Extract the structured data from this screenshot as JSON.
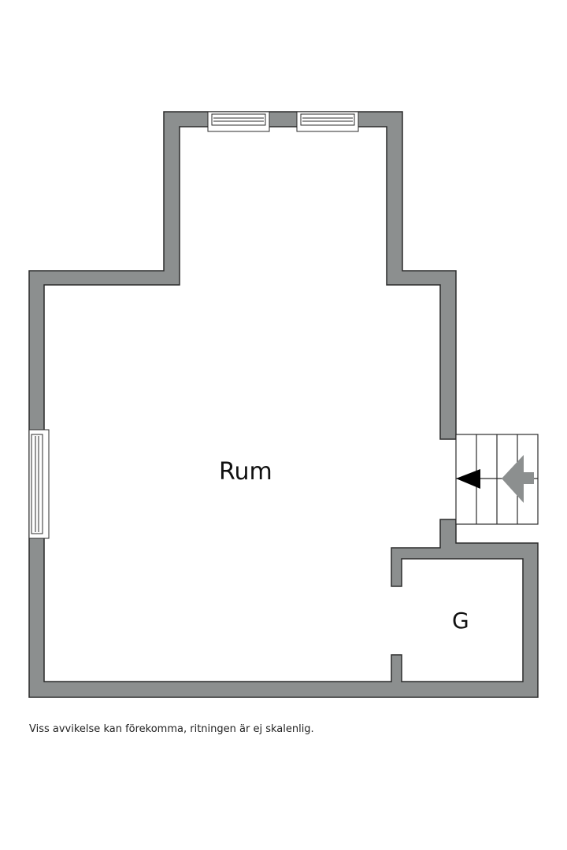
{
  "floorplan": {
    "rooms": [
      {
        "id": "rum",
        "label": "Rum"
      },
      {
        "id": "g",
        "label": "G"
      }
    ],
    "disclaimer": "Viss avvikelse kan förekomma, ritningen är ej skalenlig.",
    "colors": {
      "wall_fill": "#8c8f8f",
      "wall_stroke": "#2b2b2b",
      "background": "#ffffff",
      "arrow_dark": "#000000",
      "arrow_light": "#8c8f8f"
    },
    "features": {
      "windows": [
        "top-window-left",
        "top-window-right",
        "left-window"
      ],
      "stairs": {
        "steps": 4,
        "direction": "left"
      }
    }
  }
}
